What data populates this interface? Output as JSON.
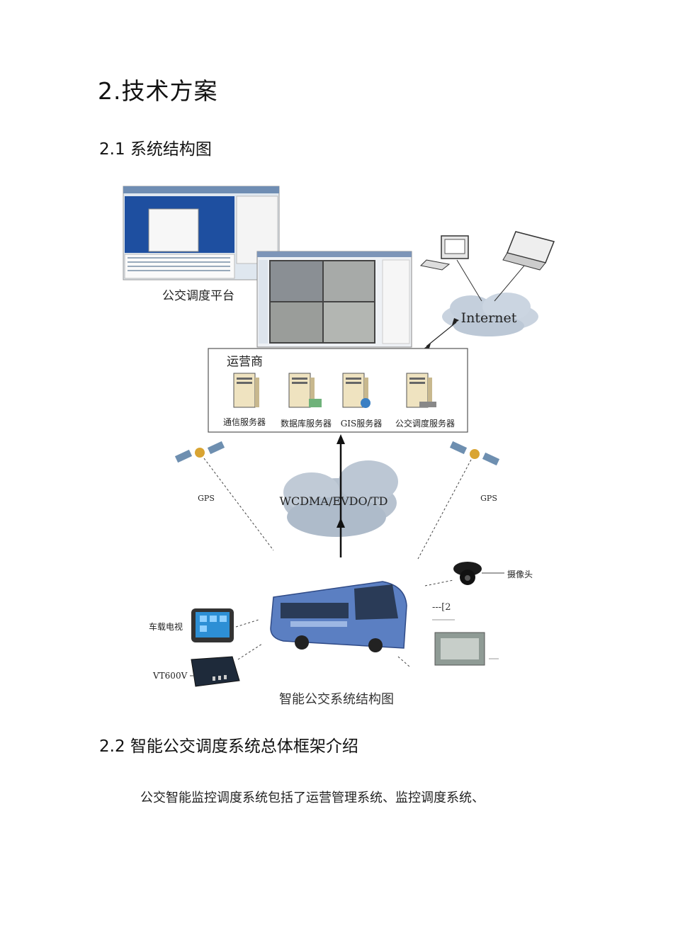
{
  "heading": "2.技术方案",
  "section_1": "2.1 系统结构图",
  "figure": {
    "platform_label": "公交调度平台",
    "internet_label": "Internet",
    "operator_label": "运营商",
    "servers": [
      "通信服务器",
      "数据库服务器",
      "GIS服务器",
      "公交调度服务器"
    ],
    "network_label": "WCDMA/EVDO/TD",
    "gps_left": "GPS",
    "gps_right": "GPS",
    "camera_label": "摄像头",
    "tv_label": "车载电视",
    "device_label": "VT600V",
    "faint_mark": "---[2",
    "caption": "智能公交系统结构图"
  },
  "section_2": "2.2 智能公交调度系统总体框架介绍",
  "paragraph": "公交智能监控调度系统包括了运营管理系统、监控调度系统、"
}
